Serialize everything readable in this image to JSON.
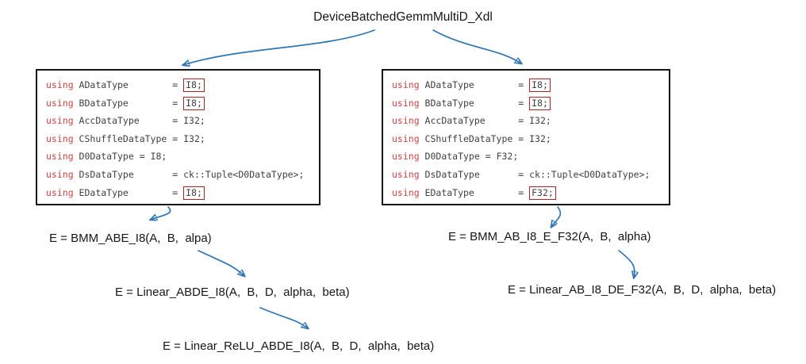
{
  "title": "DeviceBatchedGemmMultiD_Xdl",
  "boxes": {
    "left": {
      "lines": [
        {
          "keyword": "using",
          "mid": " ADataType        = ",
          "value": "I8;",
          "boxed": true
        },
        {
          "keyword": "using",
          "mid": " BDataType        = ",
          "value": "I8;",
          "boxed": true
        },
        {
          "keyword": "using",
          "mid": " AccDataType      = ",
          "value": "I32;",
          "boxed": false
        },
        {
          "keyword": "using",
          "mid": " CShuffleDataType = ",
          "value": "I32;",
          "boxed": false
        },
        {
          "keyword": "using",
          "mid": " D0DataType = ",
          "value": "I8;",
          "boxed": false
        },
        {
          "keyword": "using",
          "mid": " DsDataType       = ",
          "value": "ck::Tuple<D0DataType>;",
          "boxed": false
        },
        {
          "keyword": "using",
          "mid": " EDataType        = ",
          "value": "I8;",
          "boxed": true
        }
      ]
    },
    "right": {
      "lines": [
        {
          "keyword": "using",
          "mid": " ADataType        = ",
          "value": "I8;",
          "boxed": true
        },
        {
          "keyword": "using",
          "mid": " BDataType        = ",
          "value": "I8;",
          "boxed": true
        },
        {
          "keyword": "using",
          "mid": " AccDataType      = ",
          "value": "I32;",
          "boxed": false
        },
        {
          "keyword": "using",
          "mid": " CShuffleDataType = ",
          "value": "I32;",
          "boxed": false
        },
        {
          "keyword": "using",
          "mid": " D0DataType = ",
          "value": "F32;",
          "boxed": false
        },
        {
          "keyword": "using",
          "mid": " DsDataType       = ",
          "value": "ck::Tuple<D0DataType>;",
          "boxed": false
        },
        {
          "keyword": "using",
          "mid": " EDataType        = ",
          "value": "F32;",
          "boxed": true
        }
      ]
    }
  },
  "labels": {
    "left_bmm": "E = BMM_ABE_I8(A,  B,  alpa)",
    "right_bmm": "E = BMM_AB_I8_E_F32(A,  B,  alpha)",
    "left_linear": "E = Linear_ABDE_I8(A,  B,  D,  alpha,  beta)",
    "right_linear": "E = Linear_AB_I8_DE_F32(A,  B,  D,  alpha,  beta)",
    "left_relu": "E = Linear_ReLU_ABDE_I8(A,  B,  D,  alpha,  beta)"
  },
  "colors": {
    "arrow": "#2e75b6",
    "keyword": "#cc4444",
    "code_text": "#3f3f3f",
    "highlight_box_border": "#b22222",
    "box_border": "#161616"
  }
}
